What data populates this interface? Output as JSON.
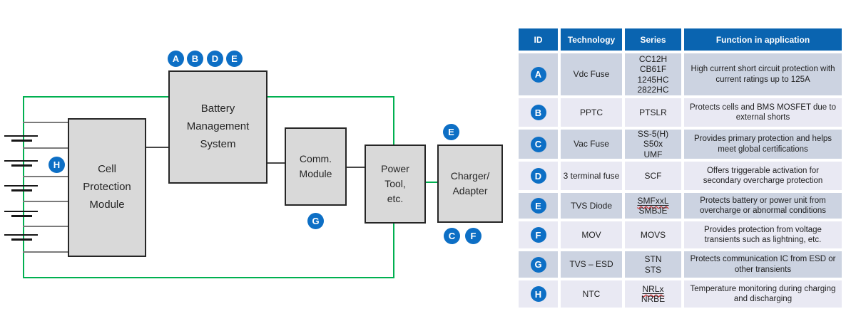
{
  "colors": {
    "accent_blue": "#0a64b0",
    "badge_blue": "#0d6fc5",
    "loop_green": "#00b050",
    "box_fill": "#d9d9d9",
    "row_dark": "#ccd3e1",
    "row_light": "#e9e9f3"
  },
  "diagram": {
    "modules": [
      {
        "label": "Cell\nProtection\nModule"
      },
      {
        "label": "Battery\nManagement\nSystem"
      },
      {
        "label": "Comm.\nModule"
      },
      {
        "label": "Power\nTool,\netc."
      },
      {
        "label": "Charger/\nAdapter"
      }
    ],
    "badges": {
      "bms_top": [
        "A",
        "B",
        "D",
        "E"
      ],
      "cell_protection": "H",
      "comm_module": "G",
      "charger_top": "E",
      "charger_bottom": [
        "C",
        "F"
      ]
    }
  },
  "table": {
    "headers": [
      "ID",
      "Technology",
      "Series",
      "Function in application"
    ],
    "rows": [
      {
        "id": "A",
        "technology": "Vdc Fuse",
        "series_lines": [
          "CC12H",
          "CB61F",
          "1245HC",
          "2822HC"
        ],
        "function": "High current short circuit protection with current ratings up to 125A"
      },
      {
        "id": "B",
        "technology": "PPTC",
        "series_lines": [
          "PTSLR"
        ],
        "function": "Protects cells and BMS MOSFET due to external shorts"
      },
      {
        "id": "C",
        "technology": "Vac Fuse",
        "series_lines": [
          "SS-5(H)",
          "S50x",
          "UMF"
        ],
        "function": "Provides primary protection and helps meet global certifications"
      },
      {
        "id": "D",
        "technology": "3 terminal fuse",
        "series_lines": [
          "SCF"
        ],
        "function": "Offers triggerable activation for secondary overcharge protection"
      },
      {
        "id": "E",
        "technology": "TVS Diode",
        "series_lines": [
          "SMFxxL",
          "SMBJE"
        ],
        "function": "Protects battery or power unit from overcharge or abnormal conditions"
      },
      {
        "id": "F",
        "technology": "MOV",
        "series_lines": [
          "MOVS"
        ],
        "function": "Provides protection from voltage transients such as lightning, etc."
      },
      {
        "id": "G",
        "technology": "TVS – ESD",
        "series_lines": [
          "STN",
          "STS"
        ],
        "function": "Protects communication IC from ESD or other transients"
      },
      {
        "id": "H",
        "technology": "NTC",
        "series_lines": [
          "NRLx",
          "NRBE"
        ],
        "function": "Temperature monitoring during charging and discharging"
      }
    ]
  }
}
